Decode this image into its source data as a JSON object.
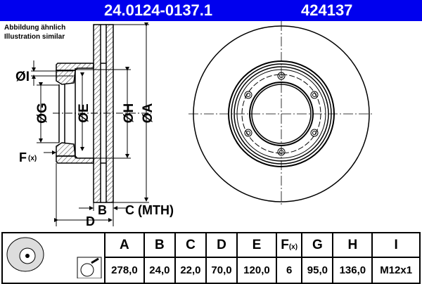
{
  "header": {
    "part_number": "24.0124-0137.1",
    "ref_number": "424137",
    "background": "#0000ee"
  },
  "note": {
    "line1": "Abbildung ähnlich",
    "line2": "Illustration similar"
  },
  "drawing": {
    "labels": {
      "I": "ØI",
      "G": "ØG",
      "E": "ØE",
      "H": "ØH",
      "A": "ØA",
      "F": "F",
      "F_sub": "(x)",
      "B": "B",
      "C": "C (MTH)",
      "D": "D"
    }
  },
  "table": {
    "headers": [
      "A",
      "B",
      "C",
      "D",
      "E",
      "F",
      "G",
      "H",
      "I"
    ],
    "f_sub": "(x)",
    "values": [
      "278,0",
      "24,0",
      "22,0",
      "70,0",
      "120,0",
      "6",
      "95,0",
      "136,0",
      "M12x1"
    ]
  }
}
